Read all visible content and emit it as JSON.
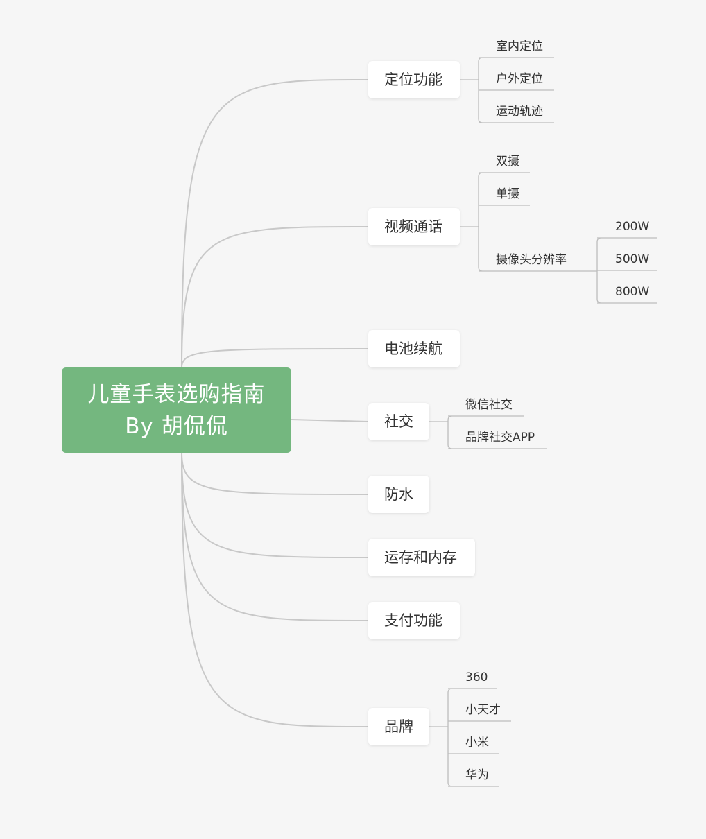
{
  "colors": {
    "background": "#f6f6f6",
    "root_fill": "#74b77f",
    "curve": "#c8c8c8",
    "branch_line": "#bdbdbd",
    "text": "#333333"
  },
  "root": {
    "title": "儿童手表选购指南",
    "subtitle": "By 胡侃侃"
  },
  "branches": [
    {
      "label": "定位功能",
      "children": [
        {
          "label": "室内定位"
        },
        {
          "label": "户外定位"
        },
        {
          "label": "运动轨迹"
        }
      ]
    },
    {
      "label": "视频通话",
      "children": [
        {
          "label": "双摄"
        },
        {
          "label": "单摄"
        },
        {
          "label": "摄像头分辨率",
          "children": [
            {
              "label": "200W"
            },
            {
              "label": "500W"
            },
            {
              "label": "800W"
            }
          ]
        }
      ]
    },
    {
      "label": "电池续航",
      "children": []
    },
    {
      "label": "社交",
      "children": [
        {
          "label": "微信社交"
        },
        {
          "label": "品牌社交APP"
        }
      ]
    },
    {
      "label": "防水",
      "children": []
    },
    {
      "label": "运存和内存",
      "children": []
    },
    {
      "label": "支付功能",
      "children": []
    },
    {
      "label": "品牌",
      "children": [
        {
          "label": "360"
        },
        {
          "label": "小天才"
        },
        {
          "label": "小米"
        },
        {
          "label": "华为"
        }
      ]
    }
  ]
}
